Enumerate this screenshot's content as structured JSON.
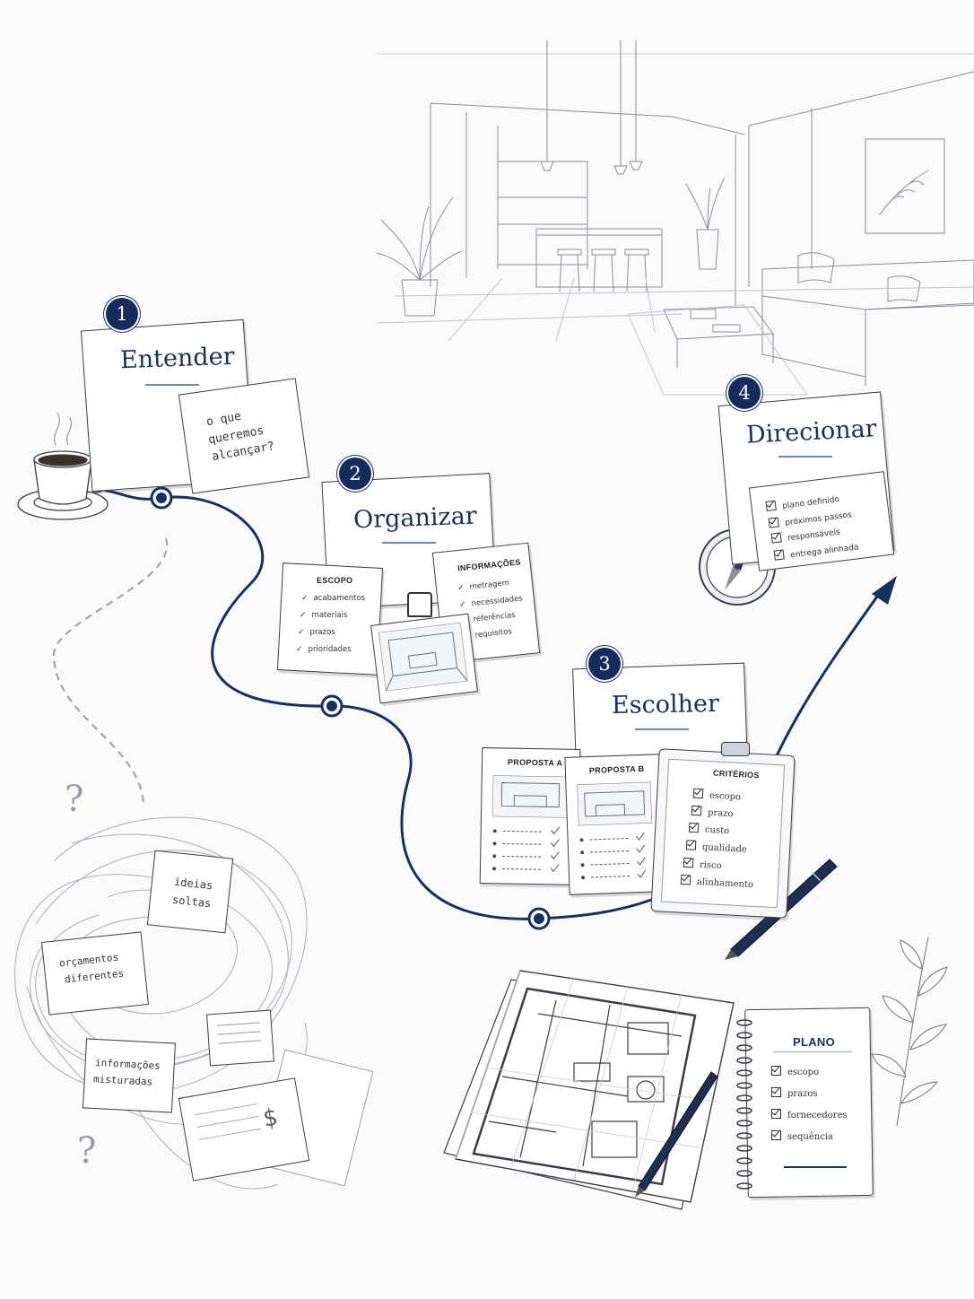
{
  "steps": [
    {
      "number": "1",
      "title": "Entender",
      "note": [
        "o que",
        "queremos",
        "alcançar?"
      ]
    },
    {
      "number": "2",
      "title": "Organizar",
      "escopo": {
        "heading": "ESCOPO",
        "items": [
          "acabamentos",
          "materiais",
          "prazos",
          "prioridades"
        ]
      },
      "informacoes": {
        "heading": "INFORMAÇÕES",
        "items": [
          "metragem",
          "necessidades",
          "referências",
          "requisitos"
        ]
      }
    },
    {
      "number": "3",
      "title": "Escolher",
      "proposta_a": "PROPOSTA A",
      "proposta_b": "PROPOSTA B",
      "criterios": {
        "heading": "CRITÉRIOS",
        "items": [
          "escopo",
          "prazo",
          "custo",
          "qualidade",
          "risco",
          "alinhamento"
        ]
      }
    },
    {
      "number": "4",
      "title": "Direcionar",
      "checklist": [
        "plano definido",
        "próximos passos",
        "responsáveis",
        "entrega alinhada"
      ]
    }
  ],
  "chaos": {
    "notes": [
      [
        "ideias",
        "soltas"
      ],
      [
        "orçamentos",
        "diferentes"
      ],
      [
        "informações",
        "misturadas"
      ]
    ],
    "question_mark": "?",
    "currency_symbol": "$"
  },
  "plano": {
    "heading": "PLANO",
    "items": [
      "escopo",
      "prazos",
      "fornecedores",
      "sequência"
    ]
  },
  "colors": {
    "navy": "#142b5c",
    "path": "#17305f",
    "sketch": "#3a3d45"
  }
}
